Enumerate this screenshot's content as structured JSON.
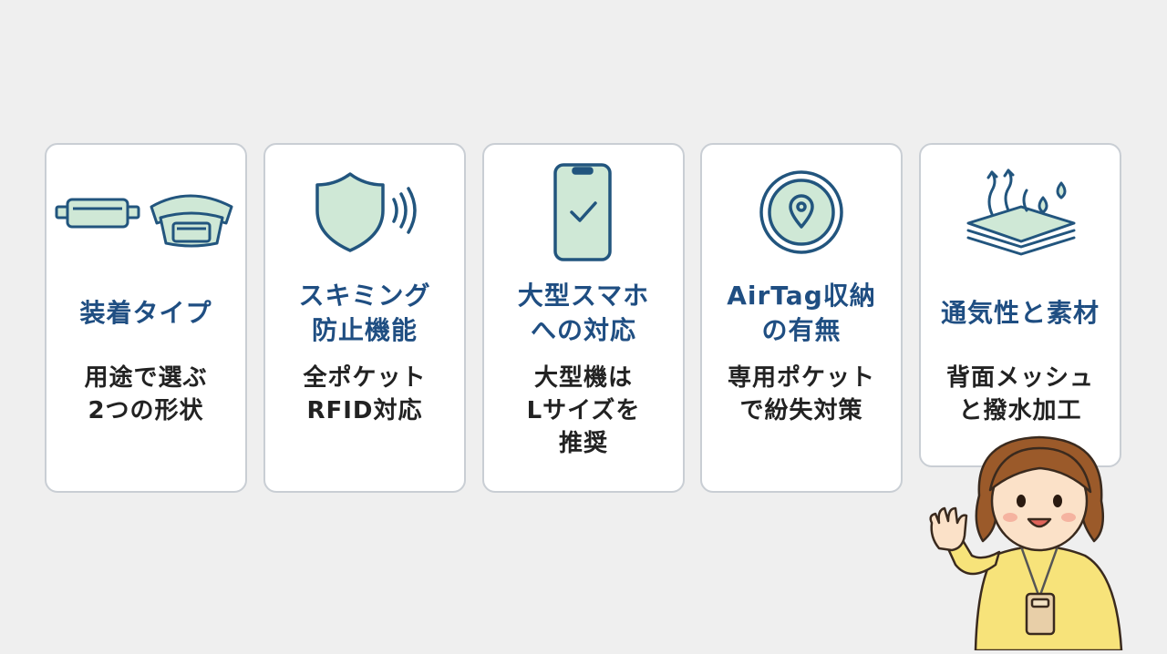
{
  "cards": [
    {
      "icon": "waist-bag-icon",
      "title": [
        "装着タイプ"
      ],
      "desc": [
        "用途で選ぶ",
        "2つの形状"
      ]
    },
    {
      "icon": "shield-rfid-icon",
      "title": [
        "スキミング",
        "防止機能"
      ],
      "desc": [
        "全ポケット",
        "RFID対応"
      ]
    },
    {
      "icon": "smartphone-check-icon",
      "title": [
        "大型スマホ",
        "への対応"
      ],
      "desc": [
        "大型機は",
        "Lサイズを",
        "推奨"
      ]
    },
    {
      "icon": "airtag-location-icon",
      "title": [
        "AirTag収納",
        "の有無"
      ],
      "desc": [
        "専用ポケット",
        "で紛失対策"
      ]
    },
    {
      "icon": "breathable-fabric-icon",
      "title": [
        "通気性と素材"
      ],
      "desc": [
        "背面メッシュ",
        "と撥水加工"
      ]
    }
  ],
  "colors": {
    "accent": "#1f4e82",
    "icon_stroke": "#22557e",
    "icon_fill": "#cfe8d6",
    "card_border": "#c9ced4"
  }
}
